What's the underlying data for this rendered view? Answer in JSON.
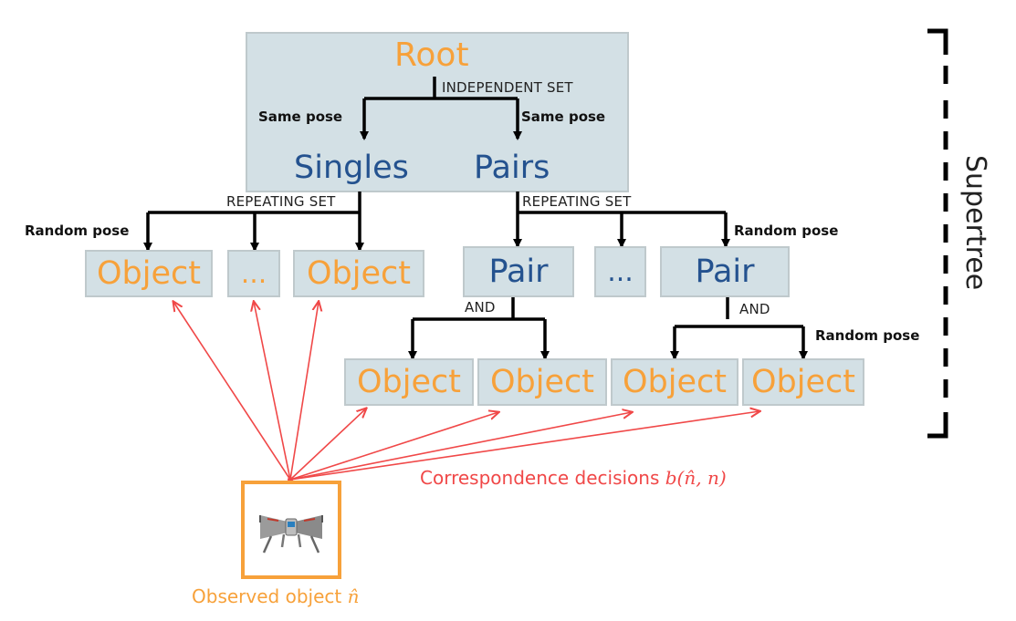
{
  "nodes": {
    "root": "Root",
    "singles": "Singles",
    "pairs": "Pairs",
    "object": "Object",
    "pair": "Pair",
    "ellipsis": "..."
  },
  "set_labels": {
    "independent": "INDEPENDENT SET",
    "repeating": "REPEATING SET",
    "and": "AND"
  },
  "edge_labels": {
    "same_pose": "Same pose",
    "random_pose": "Random pose"
  },
  "bracket_label": "Supertree",
  "correspondence": {
    "text": "Correspondence decisions",
    "math": "b(n̂, n)"
  },
  "observed": {
    "text": "Observed object",
    "math": "n̂"
  },
  "colors": {
    "node_fill": "#d3e0e5",
    "object_text": "#f7a13a",
    "structure_text": "#24528f",
    "correspondence_arrows": "#f04848",
    "tree_arrows": "#000000"
  },
  "icons": {
    "observed_image": "x-wing-spaceship-icon"
  }
}
